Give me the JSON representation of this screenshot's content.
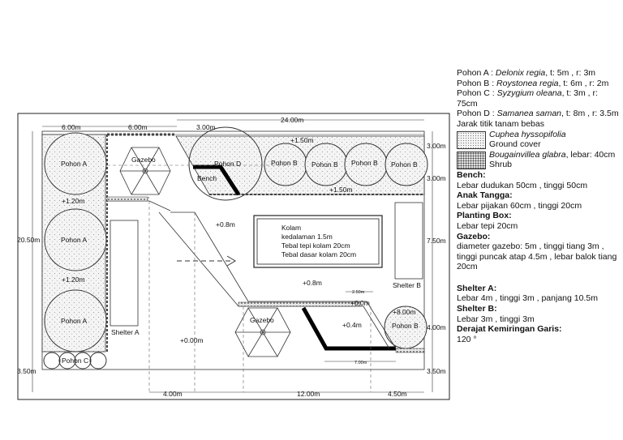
{
  "legend": {
    "trees": [
      {
        "code": "Pohon A :",
        "species": "Delonix regia",
        "spec": ", t: 5m , r: 3m"
      },
      {
        "code": "Pohon B :",
        "species": "Roystonea regia",
        "spec": ", t: 6m , r: 2m"
      },
      {
        "code": "Pohon C :",
        "species": "Syzygium oleana",
        "spec": ", t: 3m , r: 75cm"
      },
      {
        "code": "Pohon D :",
        "species": "Samanea saman",
        "spec": ", t: 8m , r: 3.5m"
      }
    ],
    "spacing_note": "Jarak titik tanam bebas",
    "ground_cover": {
      "species": "Cuphea hyssopifolia",
      "label": "Ground cover"
    },
    "shrub": {
      "species": "Bougainvillea glabra",
      "spec": ", lebar: 40cm",
      "label": "Shrub"
    },
    "sections": [
      {
        "title": "Bench:",
        "lines": [
          "Lebar dudukan 50cm , tinggi 50cm"
        ]
      },
      {
        "title": "Anak Tangga:",
        "lines": [
          "Lebar pijakan 60cm , tinggi 20cm"
        ]
      },
      {
        "title": "Planting Box:",
        "lines": [
          "Lebar tepi 20cm"
        ]
      },
      {
        "title": "Gazebo:",
        "lines": [
          "diameter gazebo: 5m , tinggi tiang 3m , tinggi puncak atap 4.5m , lebar balok tiang 20cm"
        ]
      },
      {
        "title": "Shelter A:",
        "lines": [
          "Lebar 4m , tinggi 3m , panjang 10.5m"
        ]
      },
      {
        "title": "Shelter B:",
        "lines": [
          "Lebar 3m , tinggi 3m"
        ]
      },
      {
        "title": "Derajat Kemiringan Garis:",
        "lines": [
          "120 °"
        ]
      }
    ]
  },
  "plan": {
    "trees": {
      "a": "Pohon A",
      "b": "Pohon B",
      "c": "Pohon C",
      "d": "Pohon D"
    },
    "gazebo": "Gazebo",
    "bench": "Bench",
    "shelter_a": "Shelter A",
    "shelter_b": "Shelter B",
    "pool": {
      "title": "Kolam",
      "depth": "kedalaman 1.5m",
      "edge": "Tebal tepi kolam 20cm",
      "base": "Tebal dasar kolam 20cm"
    },
    "dimensions": {
      "d_6a": "6.00m",
      "d_6b": "6.00m",
      "d_3": "3.00m",
      "d_24": "24.00m",
      "d_3r1": "3.00m",
      "d_3r2": "3.00m",
      "d_750": "7.50m",
      "d_4r": "4.00m",
      "d_350r": "3.50m",
      "d_2050": "20.50m",
      "d_350l": "3.50m",
      "d_4b": "4.00m",
      "d_12": "12.00m",
      "d_450": "4.50m",
      "d_250": "2.50m",
      "d_7": "7.00m"
    },
    "elevations": {
      "e_150a": "+1.50m",
      "e_150b": "+1.50m",
      "e_120a": "+1.20m",
      "e_120b": "+1.20m",
      "e_08a": "+0.8m",
      "e_08b": "+0.8m",
      "e_04": "+0.4m",
      "e_00a": "+0.0m",
      "e_00b": "+0.00m",
      "e_8": "+8.00m"
    }
  }
}
